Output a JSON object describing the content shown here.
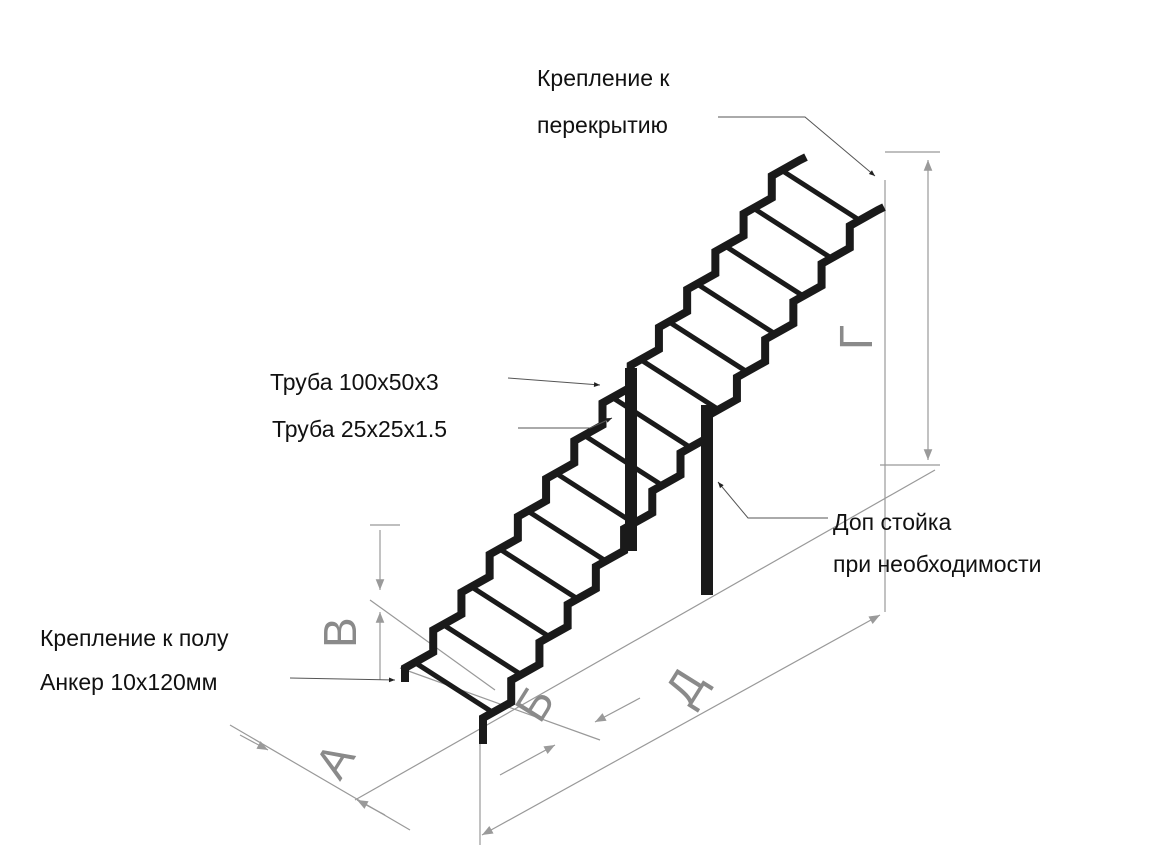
{
  "labels": {
    "ceiling_mount_1": "Крепление к",
    "ceiling_mount_2": "перекрытию",
    "pipe_main": "Труба 100x50x3",
    "pipe_cross": "Труба 25x25x1.5",
    "extra_post_1": "Доп стойка",
    "extra_post_2": "при необходимости",
    "floor_mount_1": "Крепление к полу",
    "floor_mount_2": "Анкер 10x120мм"
  },
  "dimensions": {
    "a": "А",
    "b": "Б",
    "v": "В",
    "g": "Г",
    "d": "Д"
  },
  "stair": {
    "steps": 14
  },
  "colors": {
    "steel": "#1a1a1a",
    "dimension": "#8a8a8a"
  }
}
